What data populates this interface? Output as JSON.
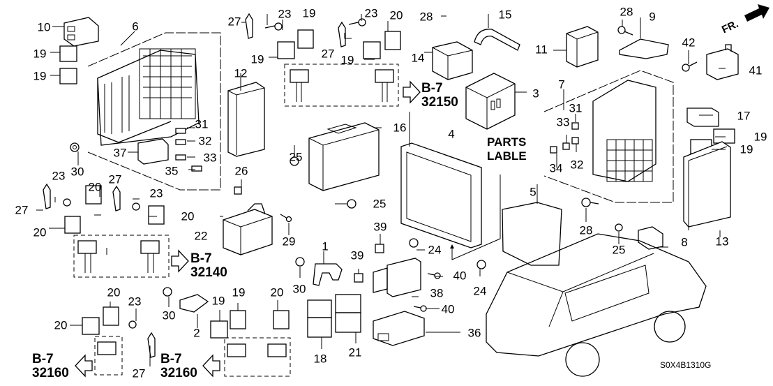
{
  "diagram": {
    "title": "Control Unit (Cabin) parts diagram",
    "diagram_code": "S0X4B1310G",
    "direction_marker": "FR.",
    "parts_label_note": [
      "PARTS",
      "LABLE"
    ],
    "references": [
      {
        "id": "ref-32150",
        "group": "B-7",
        "code": "32150",
        "arrow": "right"
      },
      {
        "id": "ref-32140",
        "group": "B-7",
        "code": "32140",
        "arrow": "right"
      },
      {
        "id": "ref-32160-left",
        "group": "B-7",
        "code": "32160",
        "arrow": "left"
      },
      {
        "id": "ref-32160-right",
        "group": "B-7",
        "code": "32160",
        "arrow": "left"
      }
    ],
    "callouts": [
      {
        "num": "10",
        "part": "relay-block"
      },
      {
        "num": "19",
        "part": "relay"
      },
      {
        "num": "19",
        "part": "relay"
      },
      {
        "num": "6",
        "part": "fuse-box-left"
      },
      {
        "num": "31",
        "part": "fuse"
      },
      {
        "num": "32",
        "part": "fuse"
      },
      {
        "num": "33",
        "part": "fuse"
      },
      {
        "num": "35",
        "part": "fuse"
      },
      {
        "num": "37",
        "part": "cover"
      },
      {
        "num": "30",
        "part": "nut"
      },
      {
        "num": "27",
        "part": "ground-strap"
      },
      {
        "num": "23",
        "part": "bolt"
      },
      {
        "num": "19",
        "part": "relay"
      },
      {
        "num": "19",
        "part": "relay"
      },
      {
        "num": "27",
        "part": "ground-strap"
      },
      {
        "num": "23",
        "part": "bolt"
      },
      {
        "num": "20",
        "part": "relay"
      },
      {
        "num": "19",
        "part": "relay"
      },
      {
        "num": "12",
        "part": "control-unit"
      },
      {
        "num": "28",
        "part": "bolt"
      },
      {
        "num": "15",
        "part": "bracket"
      },
      {
        "num": "14",
        "part": "control-unit"
      },
      {
        "num": "3",
        "part": "control-unit"
      },
      {
        "num": "11",
        "part": "control-unit"
      },
      {
        "num": "28",
        "part": "bolt"
      },
      {
        "num": "9",
        "part": "bracket"
      },
      {
        "num": "42",
        "part": "bolt"
      },
      {
        "num": "41",
        "part": "control-unit"
      },
      {
        "num": "7",
        "part": "fuse-box-right"
      },
      {
        "num": "31",
        "part": "fuse"
      },
      {
        "num": "33",
        "part": "fuse"
      },
      {
        "num": "32",
        "part": "fuse"
      },
      {
        "num": "34",
        "part": "fuse"
      },
      {
        "num": "17",
        "part": "relay"
      },
      {
        "num": "19",
        "part": "relay"
      },
      {
        "num": "19",
        "part": "relay"
      },
      {
        "num": "16",
        "part": "control-unit"
      },
      {
        "num": "4",
        "part": "ecu"
      },
      {
        "num": "25",
        "part": "nut"
      },
      {
        "num": "25",
        "part": "nut"
      },
      {
        "num": "26",
        "part": "nut"
      },
      {
        "num": "22",
        "part": "control-unit"
      },
      {
        "num": "29",
        "part": "screw"
      },
      {
        "num": "23",
        "part": "bolt"
      },
      {
        "num": "27",
        "part": "ground-strap"
      },
      {
        "num": "27",
        "part": "ground-strap"
      },
      {
        "num": "20",
        "part": "relay"
      },
      {
        "num": "20",
        "part": "relay"
      },
      {
        "num": "23",
        "part": "bolt"
      },
      {
        "num": "20",
        "part": "relay"
      },
      {
        "num": "5",
        "part": "bracket"
      },
      {
        "num": "28",
        "part": "bolt"
      },
      {
        "num": "25",
        "part": "nut"
      },
      {
        "num": "8",
        "part": "bracket"
      },
      {
        "num": "13",
        "part": "cover"
      },
      {
        "num": "1",
        "part": "bracket"
      },
      {
        "num": "39",
        "part": "clip"
      },
      {
        "num": "39",
        "part": "clip"
      },
      {
        "num": "24",
        "part": "nut"
      },
      {
        "num": "24",
        "part": "nut"
      },
      {
        "num": "30",
        "part": "nut"
      },
      {
        "num": "40",
        "part": "screw"
      },
      {
        "num": "38",
        "part": "control-unit"
      },
      {
        "num": "40",
        "part": "screw"
      },
      {
        "num": "36",
        "part": "control-unit"
      },
      {
        "num": "18",
        "part": "relay"
      },
      {
        "num": "21",
        "part": "relay"
      },
      {
        "num": "20",
        "part": "relay"
      },
      {
        "num": "20",
        "part": "relay"
      },
      {
        "num": "23",
        "part": "bolt"
      },
      {
        "num": "30",
        "part": "nut"
      },
      {
        "num": "2",
        "part": "bracket"
      },
      {
        "num": "19",
        "part": "relay"
      },
      {
        "num": "19",
        "part": "relay"
      },
      {
        "num": "20",
        "part": "relay"
      },
      {
        "num": "27",
        "part": "ground-strap"
      }
    ]
  }
}
